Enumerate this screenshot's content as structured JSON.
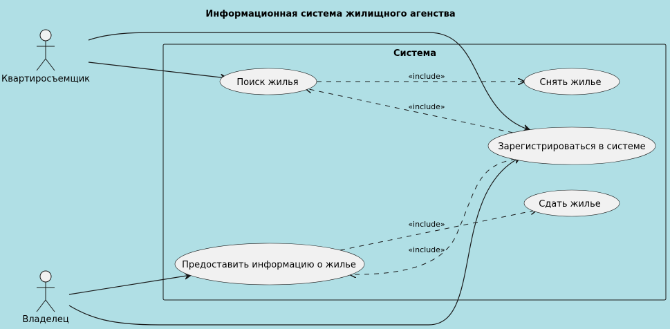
{
  "diagram": {
    "title": "Информационная система жилищного агенства",
    "system": {
      "label": "Система"
    },
    "actors": [
      {
        "id": "tenant",
        "label": "Квартиросъемщик"
      },
      {
        "id": "owner",
        "label": "Владелец"
      }
    ],
    "use_cases": [
      {
        "id": "search",
        "label": "Поиск жилья"
      },
      {
        "id": "rent",
        "label": "Снять жилье"
      },
      {
        "id": "register",
        "label": "Зарегистрироваться в системе"
      },
      {
        "id": "let",
        "label": "Сдать жилье"
      },
      {
        "id": "provide",
        "label": "Предоставить информацию о жилье"
      }
    ],
    "include_label": "«include»",
    "relations": [
      {
        "from": "tenant",
        "to": "search",
        "kind": "association"
      },
      {
        "from": "tenant",
        "to": "register",
        "kind": "association"
      },
      {
        "from": "owner",
        "to": "provide",
        "kind": "association"
      },
      {
        "from": "owner",
        "to": "register",
        "kind": "association"
      },
      {
        "from": "search",
        "to": "rent",
        "kind": "include"
      },
      {
        "from": "register",
        "to": "search",
        "kind": "include"
      },
      {
        "from": "provide",
        "to": "let",
        "kind": "include"
      },
      {
        "from": "register",
        "to": "provide",
        "kind": "include"
      }
    ],
    "colors": {
      "background": "#b0dfe5",
      "element_fill": "#f1f1f1",
      "line": "#181818"
    }
  }
}
